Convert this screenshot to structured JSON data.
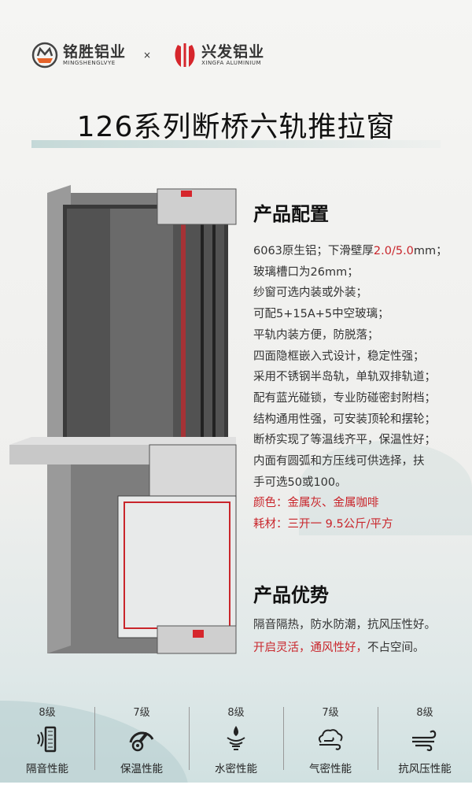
{
  "brands": [
    {
      "name": "铭胜铝业",
      "en": "MINGSHENGLVYE"
    },
    {
      "name": "兴发铝业",
      "en": "XINGFA ALUMINIUM"
    }
  ],
  "times": "×",
  "title": "126系列断桥六轨推拉窗",
  "config": {
    "heading": "产品配置",
    "line1_pre": "6063原生铝；下滑壁厚",
    "line1_red": "2.0/5.0",
    "line1_post": "mm；",
    "lines": [
      "玻璃槽口为26mm；",
      "纱窗可选内装或外装；",
      "可配5+15A+5中空玻璃；",
      "平轨内装方便，防脱落；",
      "四面隐框嵌入式设计，稳定性强；",
      "采用不锈钢半岛轨，单轨双排轨道；",
      "配有蓝光碰锁，专业防碰密封附档；",
      "结构通用性强，可安装顶轮和摆轮；",
      "断桥实现了等温线齐平，保温性好；",
      "内面有圆弧和方压线可供选择，扶",
      "手可选50或100。"
    ],
    "color": "颜色：金属灰、金属咖啡",
    "material": "耗材：三开一 9.5公斤/平方"
  },
  "advantages": {
    "heading": "产品优势",
    "line1": "隔音隔热，防水防潮，抗风压性好。",
    "line2_red": "开启灵活，通风性好，",
    "line2_post": "不占空间。"
  },
  "ratings": [
    {
      "level": "8级",
      "label": "隔音性能",
      "icon": "sound-insulation-icon"
    },
    {
      "level": "7级",
      "label": "保温性能",
      "icon": "thermometer-icon"
    },
    {
      "level": "8级",
      "label": "水密性能",
      "icon": "water-drop-icon"
    },
    {
      "level": "7级",
      "label": "气密性能",
      "icon": "cloud-wind-icon"
    },
    {
      "level": "8级",
      "label": "抗风压性能",
      "icon": "wind-icon"
    }
  ],
  "colors": {
    "accent": "#c9252b",
    "frame": "#7a7a7a"
  }
}
